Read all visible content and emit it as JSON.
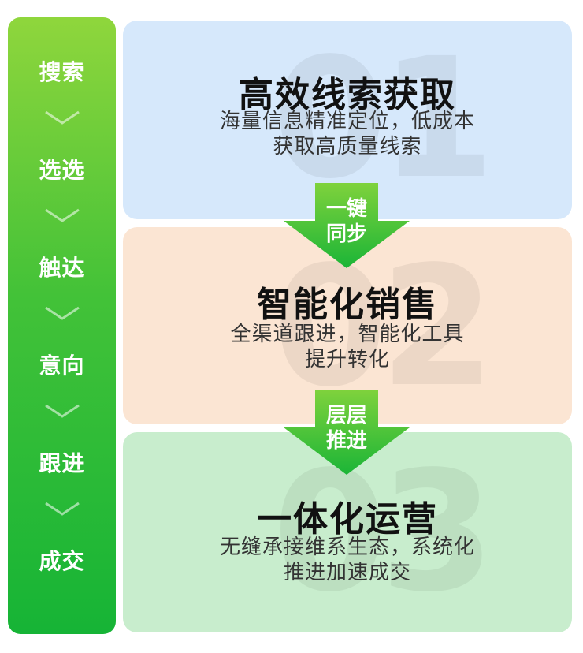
{
  "sidebar": {
    "steps": [
      "搜索",
      "选选",
      "触达",
      "意向",
      "跟进",
      "成交"
    ]
  },
  "cards": [
    {
      "number": "01",
      "title": "高效线索获取",
      "desc_line1": "海量信息精准定位，低成本",
      "desc_line2": "获取高质量线索",
      "bg": "#d6e8fb"
    },
    {
      "number": "02",
      "title": "智能化销售",
      "desc_line1": "全渠道跟进，智能化工具",
      "desc_line2": "提升转化",
      "bg": "#fbe5d3"
    },
    {
      "number": "03",
      "title": "一体化运营",
      "desc_line1": "无缝承接维系生态，系统化",
      "desc_line2": "推进加速成交",
      "bg": "#c8edcd"
    }
  ],
  "arrows": [
    {
      "line1": "一键",
      "line2": "同步"
    },
    {
      "line1": "层层",
      "line2": "推进"
    }
  ],
  "colors": {
    "green_dark": "#16b436",
    "green_light": "#8fd63c"
  }
}
